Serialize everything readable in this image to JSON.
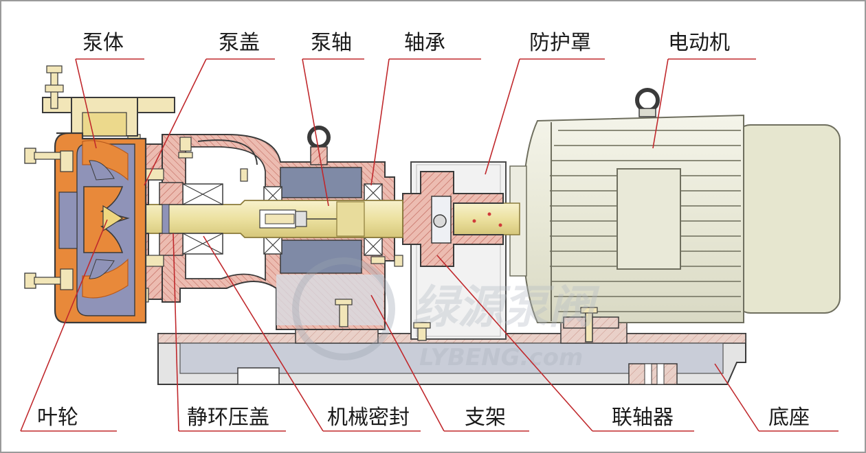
{
  "labels": {
    "pump_body": "泵体",
    "pump_cover": "泵盖",
    "pump_shaft": "泵轴",
    "bearing": "轴承",
    "guard": "防护罩",
    "motor": "电动机",
    "impeller": "叶轮",
    "seal_gland": "静环压盖",
    "mech_seal": "机械密封",
    "bracket": "支架",
    "coupling": "联轴器",
    "base": "底座"
  },
  "watermark": {
    "cn": "绿源泵阀",
    "en": "LYBENG.com"
  },
  "colors": {
    "casing": "#e8893a",
    "casing_dark": "#b85a1c",
    "impeller": "#8f93b8",
    "hatch": "#e8b3a8",
    "hatch_line": "#c26a5e",
    "shaft": "#efe6b0",
    "shaft_dark": "#c8b96a",
    "motor": "#eeeede",
    "motor_stroke": "#7a7a6a",
    "base": "#dfdfdf",
    "base_blue": "#c9cdd8",
    "guard": "#f0f0f0",
    "leader": "#c0282c",
    "bearing": "#cfd6e2"
  }
}
